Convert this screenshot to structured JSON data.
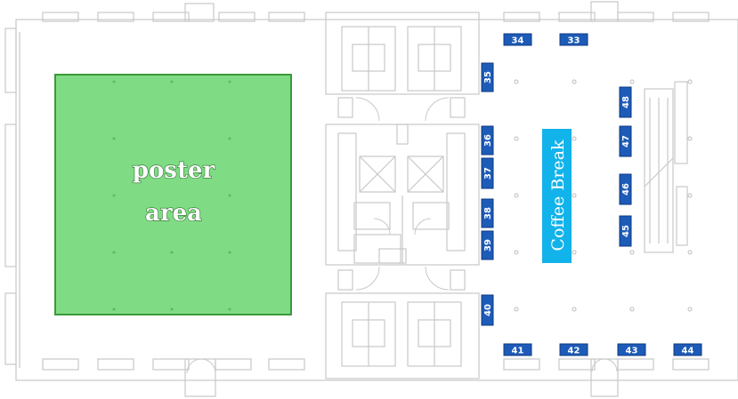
{
  "poster_area": {
    "line1": "poster",
    "line2": "area",
    "fill": "#7fdc84",
    "border": "#3a9a3a"
  },
  "coffee_break": {
    "label": "Coffee Break",
    "fill": "#12b3ea"
  },
  "booths": {
    "fill": "#1d5bb8",
    "numbers": [
      "33",
      "34",
      "35",
      "36",
      "37",
      "38",
      "39",
      "40",
      "41",
      "42",
      "43",
      "44",
      "45",
      "46",
      "47",
      "48"
    ]
  },
  "walls": {
    "color": "#c8c8c8"
  }
}
